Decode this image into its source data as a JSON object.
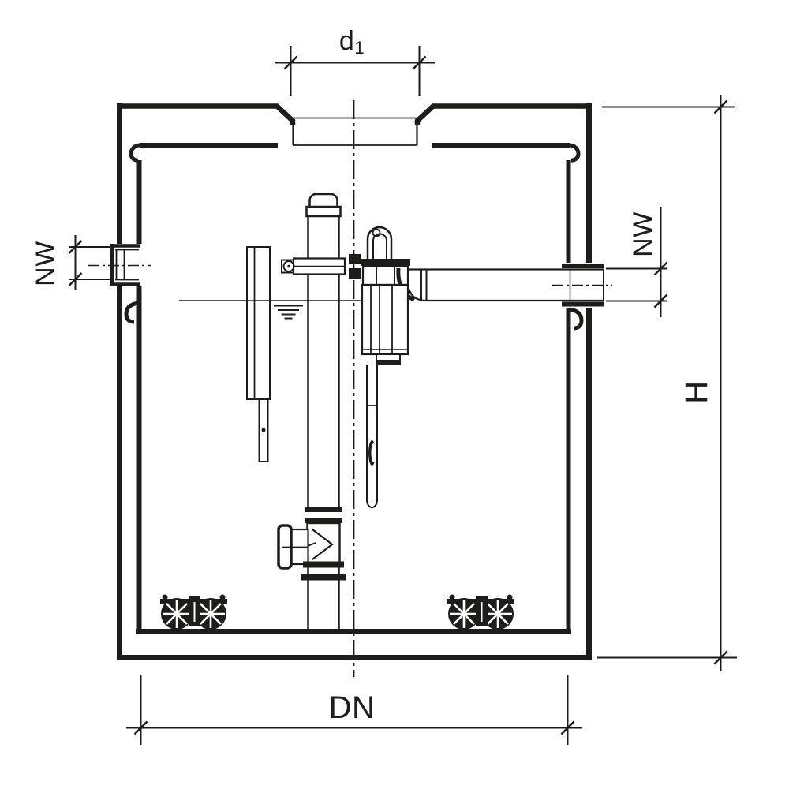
{
  "page": {
    "background": "#ffffff",
    "line_color": "#1d1d1b"
  },
  "drawing": {
    "kind": "technical cross-section of a pump shaft / tank",
    "labels": {
      "d1": {
        "base": "d",
        "sub": "1"
      },
      "nw_left": "NW",
      "nw_right": "NW",
      "h": "H",
      "dn": "DN"
    }
  }
}
